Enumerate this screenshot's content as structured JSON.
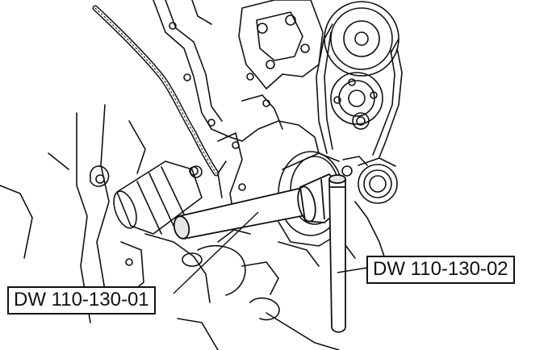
{
  "diagram": {
    "callouts": [
      {
        "id": "tool-01",
        "text": "DW 110-130-01"
      },
      {
        "id": "tool-02",
        "text": "DW 110-130-02"
      }
    ]
  },
  "colors": {
    "line": "#111111",
    "background": "#ffffff",
    "shade": "#e6e6e6"
  }
}
